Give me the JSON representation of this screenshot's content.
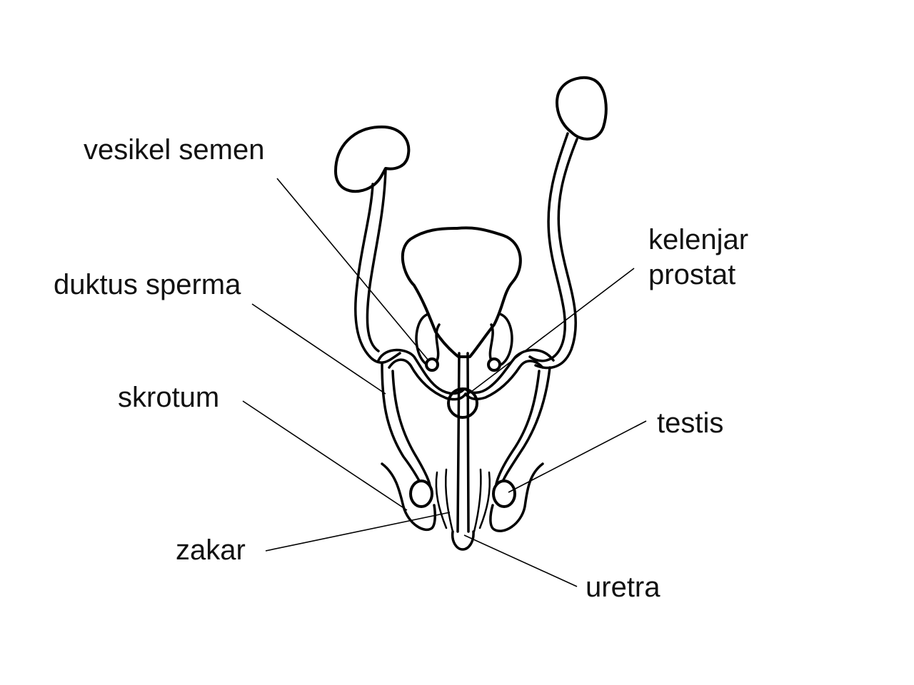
{
  "labels": {
    "vesikel_semen": "vesikel semen",
    "duktus_sperma": "duktus sperma",
    "skrotum": "skrotum",
    "zakar": "zakar",
    "kelenjar_prostat_line1": "kelenjar",
    "kelenjar_prostat_line2": "prostat",
    "testis": "testis",
    "uretra": "uretra"
  }
}
